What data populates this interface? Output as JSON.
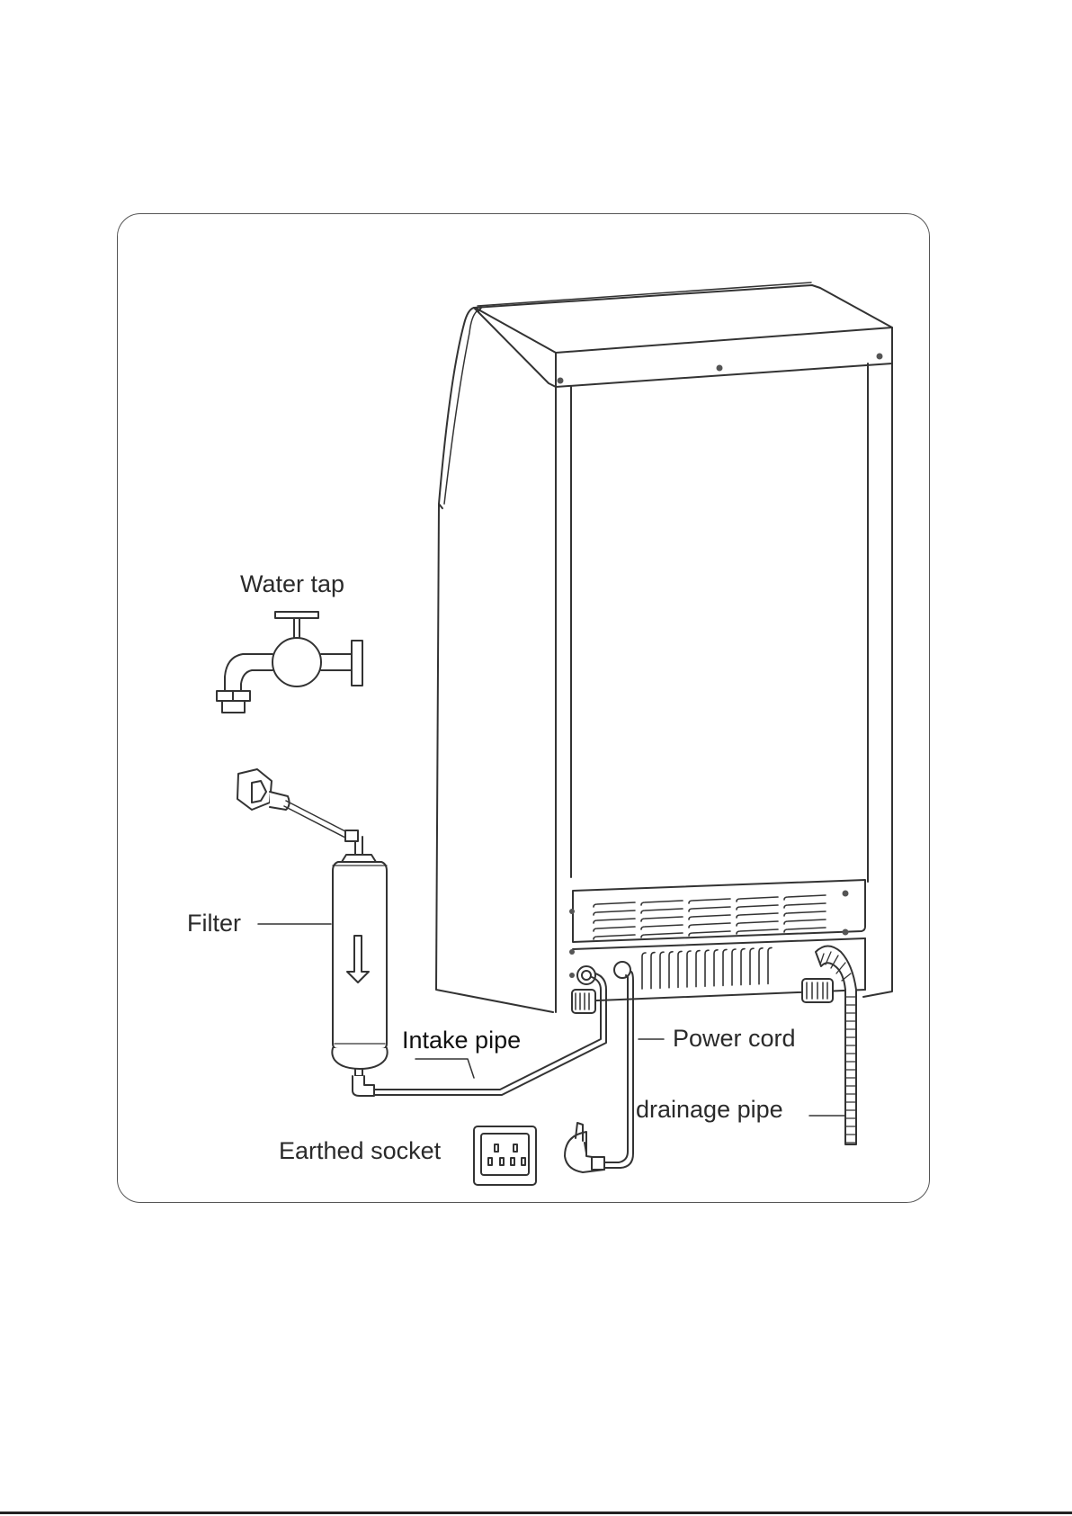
{
  "diagram": {
    "type": "installation-diagram",
    "subject": "appliance rear view with water and power connections",
    "labels": {
      "water_tap": "Water tap",
      "filter": "Filter",
      "intake_pipe": "Intake pipe",
      "power_cord": "Power cord",
      "drainage_pipe": "drainage pipe",
      "earthed_socket": "Earthed socket"
    },
    "components": [
      {
        "id": "appliance-body",
        "name": "Appliance cabinet (rear view)"
      },
      {
        "id": "water-tap",
        "name": "Water tap"
      },
      {
        "id": "filter",
        "name": "Filter",
        "flow_direction": "down"
      },
      {
        "id": "intake-pipe",
        "name": "Intake pipe",
        "connects": [
          "filter",
          "appliance-inlet"
        ]
      },
      {
        "id": "power-cord",
        "name": "Power cord",
        "connects": [
          "appliance",
          "plug"
        ]
      },
      {
        "id": "drainage-pipe",
        "name": "drainage pipe"
      },
      {
        "id": "earthed-socket",
        "name": "Earthed socket"
      }
    ],
    "colors": {
      "line": "#333333",
      "text": "#2a2a2a",
      "background": "#ffffff"
    }
  }
}
